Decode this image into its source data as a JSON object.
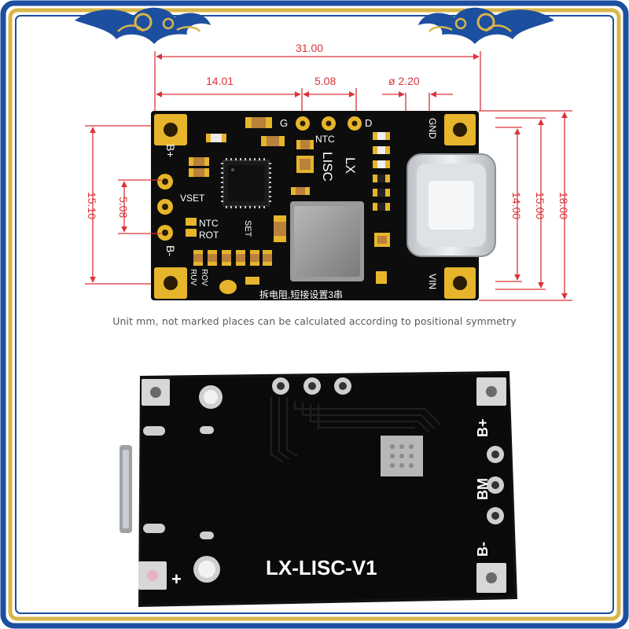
{
  "dimensions": {
    "total_width": "31.00",
    "left_offset": "14.01",
    "pin_pitch": "5.08",
    "hole_diameter": "ø 2.20",
    "left_height": "15.10",
    "left_pitch": "5.08",
    "right_inner": "14.00",
    "right_mid": "15.00",
    "right_outer": "18.00"
  },
  "top_board": {
    "pad_labels": {
      "g": "G",
      "d": "D",
      "gnd": "GND",
      "vin": "VIN",
      "bplus": "B+",
      "bminus": "B-"
    },
    "silk": {
      "ntc_top": "NTC",
      "lx": "LX",
      "lisc": "LISC",
      "vset": "VSET",
      "ntc": "NTC",
      "rot": "ROT",
      "set": "SET",
      "ruv": "RUV",
      "rov": "ROV",
      "chinese_note": "拆电阻,短接设置3串"
    }
  },
  "caption": "Unit mm, not marked places can be calculated according to positional symmetry",
  "bottom_board": {
    "model": "LX-LISC-V1",
    "labels": {
      "bplus": "B+",
      "bm": "BM",
      "bminus": "B-",
      "plus": "+"
    }
  },
  "colors": {
    "frame_blue": "#1d4fa0",
    "frame_gold": "#d8b64a",
    "pcb_black": "#0d0d0d",
    "gold_pad": "#e6b52b",
    "dimension_red": "#d9343a"
  }
}
